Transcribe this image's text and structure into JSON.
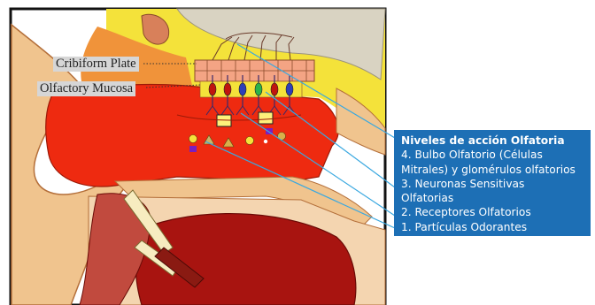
{
  "labels": {
    "cribiform_plate": "Cribiform Plate",
    "olfactory_mucosa": "Olfactory Mucosa"
  },
  "legend": {
    "title": "Niveles de acción Olfatoria",
    "lines": [
      "4. Bulbo Olfatorio (Células",
      "Mitrales) y glomérulos olfatorios",
      "3. Neuronas Sensitivas",
      "Olfatorias",
      "2. Receptores Olfatorios",
      "1. Partículas Odorantes"
    ]
  },
  "colors": {
    "legend_bg": "#1d6fb5",
    "leader_line": "#3aa8e0",
    "mucosa_red": "#ee2a10",
    "bone_yellow": "#f4e23a",
    "plate_salmon": "#f4a484",
    "skin": "#f0c48e",
    "brain": "#d9d3c2",
    "tongue_dark": "#a81410"
  }
}
